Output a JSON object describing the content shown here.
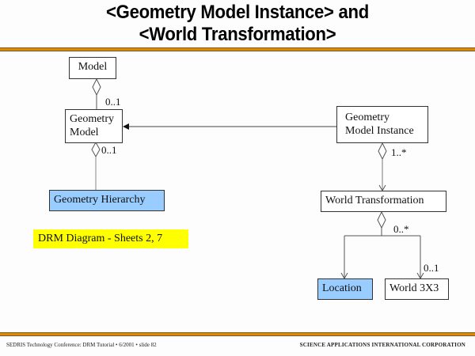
{
  "slide": {
    "title_line1": "<Geometry Model Instance> and",
    "title_line2": "<World Transformation>",
    "accent_color": "#e08a00"
  },
  "diagram": {
    "nodes": {
      "model": "Model",
      "geometry_model_line1": "Geometry",
      "geometry_model_line2": "Model",
      "geometry_hierarchy": "Geometry Hierarchy",
      "geometry_model_instance_line1": "Geometry",
      "geometry_model_instance_line2": "Model Instance",
      "world_transformation": "World Transformation",
      "location": "Location",
      "world_3x3": "World 3X3"
    },
    "highlight_color": "#99ccff",
    "multiplicities": {
      "model_to_geometry_model": "0..1",
      "geometry_model_to_hierarchy": "0..1",
      "gmi_to_world_transformation": "1..*",
      "world_transformation_components": "0..*",
      "world_3x3": "0..1"
    },
    "note": "DRM Diagram - Sheets 2, 7",
    "note_color": "#ffff00"
  },
  "footer": {
    "left": "SEDRIS Technology Conference: DRM Tutorial • 6/2001 • slide 82",
    "right": "SCIENCE APPLICATIONS INTERNATIONAL CORPORATION"
  }
}
